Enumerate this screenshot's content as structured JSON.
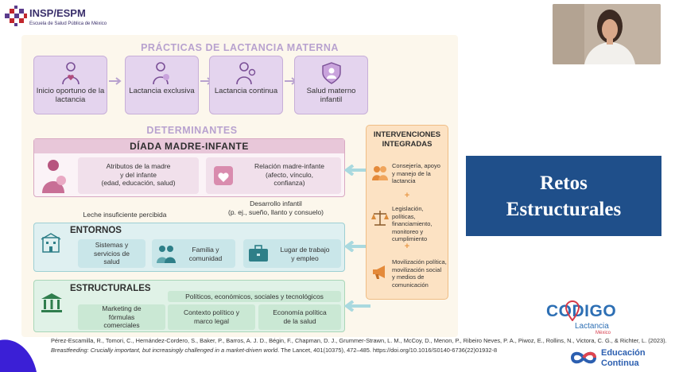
{
  "header": {
    "logo_title": "INSP/ESPM",
    "logo_subtitle": "Escuela de Salud Pública de México"
  },
  "slide": {
    "practicas_title": "PRÁCTICAS DE LACTANCIA MATERNA",
    "practices": [
      {
        "label": "Inicio oportuno de la lactancia",
        "icon": "mother-heart-icon"
      },
      {
        "label": "Lactancia exclusiva",
        "icon": "breastfeeding-icon"
      },
      {
        "label": "Lactancia continua",
        "icon": "mother-child-icon"
      },
      {
        "label": "Salud materno infantil",
        "icon": "shield-person-icon"
      }
    ],
    "determinantes_title": "DETERMINANTES",
    "dyad": {
      "title": "DÍADA MADRE-INFANTE",
      "attr": "Atributos de la madre y del infante (edad, educación, salud)",
      "attr_lines": [
        "Atributos de la madre",
        "y del infante",
        "(edad, educación, salud)"
      ],
      "rel_lines": [
        "Relación madre-infante",
        "(afecto, vínculo,",
        "confianza)"
      ]
    },
    "leche_text": "Leche insuficiente percibida",
    "desarrollo_lines": [
      "Desarrollo infantil",
      "(p. ej., sueño, llanto y consuelo)"
    ],
    "entornos": {
      "title": "ENTORNOS",
      "cells": [
        {
          "lines": [
            "Sistemas y",
            "servicios de",
            "salud"
          ]
        },
        {
          "lines": [
            "Familia y",
            "comunidad"
          ]
        },
        {
          "lines": [
            "Lugar de trabajo",
            "y empleo"
          ]
        }
      ]
    },
    "estructurales": {
      "title": "ESTRUCTURALES",
      "top_cell": "Políticos, económicos, sociales y tecnológicos",
      "cells": [
        {
          "lines": [
            "Marketing de",
            "fórmulas",
            "comerciales"
          ]
        },
        {
          "lines": [
            "Contexto político y",
            "marco legal"
          ]
        },
        {
          "lines": [
            "Economía política",
            "de la salud"
          ]
        }
      ]
    },
    "intervenciones": {
      "title_lines": [
        "INTERVENCIONES",
        "INTEGRADAS"
      ],
      "items": [
        {
          "lines": [
            "Consejería, apoyo",
            "y manejo de la",
            "lactancia"
          ],
          "icon": "people-group-icon"
        },
        {
          "lines": [
            "Legislación, políticas,",
            "financiamiento,",
            "monitoreo y",
            "cumplimiento"
          ],
          "icon": "scales-icon"
        },
        {
          "lines": [
            "Movilización política,",
            "movilización social",
            "y medios de",
            "comunicación"
          ],
          "icon": "megaphone-icon"
        }
      ],
      "plus": "+"
    }
  },
  "citation": {
    "prefix": "Pérez-Escamilla, R., Tomori, C., Hernández-Cordero, S., Baker, P., Barros, A. J. D., Bégin, F., Chapman, D. J., Grummer-Strawn, L. M., McCoy, D., Menon, P., Ribeiro Neves, P. A., Piwoz, E., Rollins, N., Victora, C. G., & Richter, L. (2023). ",
    "title_italic": "Breastfeeding: Crucially important, but increasingly challenged in a market-driven world",
    "suffix": ". The Lancet, 401(10375), 472–485. https://doi.org/10.1016/S0140-6736(22)01932-8"
  },
  "retos": {
    "lines": [
      "Retos",
      "Estructurales"
    ]
  },
  "brand": {
    "codigo": "CODIGO",
    "lactancia": "Lactancia",
    "mexico": "México",
    "educacion": "Educación",
    "continua": "Continua"
  },
  "colors": {
    "retos_bg": "#1f4f8a",
    "slide_bg": "#fcf7ec",
    "purple": "#e4d4ee",
    "pink": "#e8c7d9",
    "teal": "#dff0f1",
    "green": "#e0f2e7",
    "orange": "#fce2c3"
  }
}
